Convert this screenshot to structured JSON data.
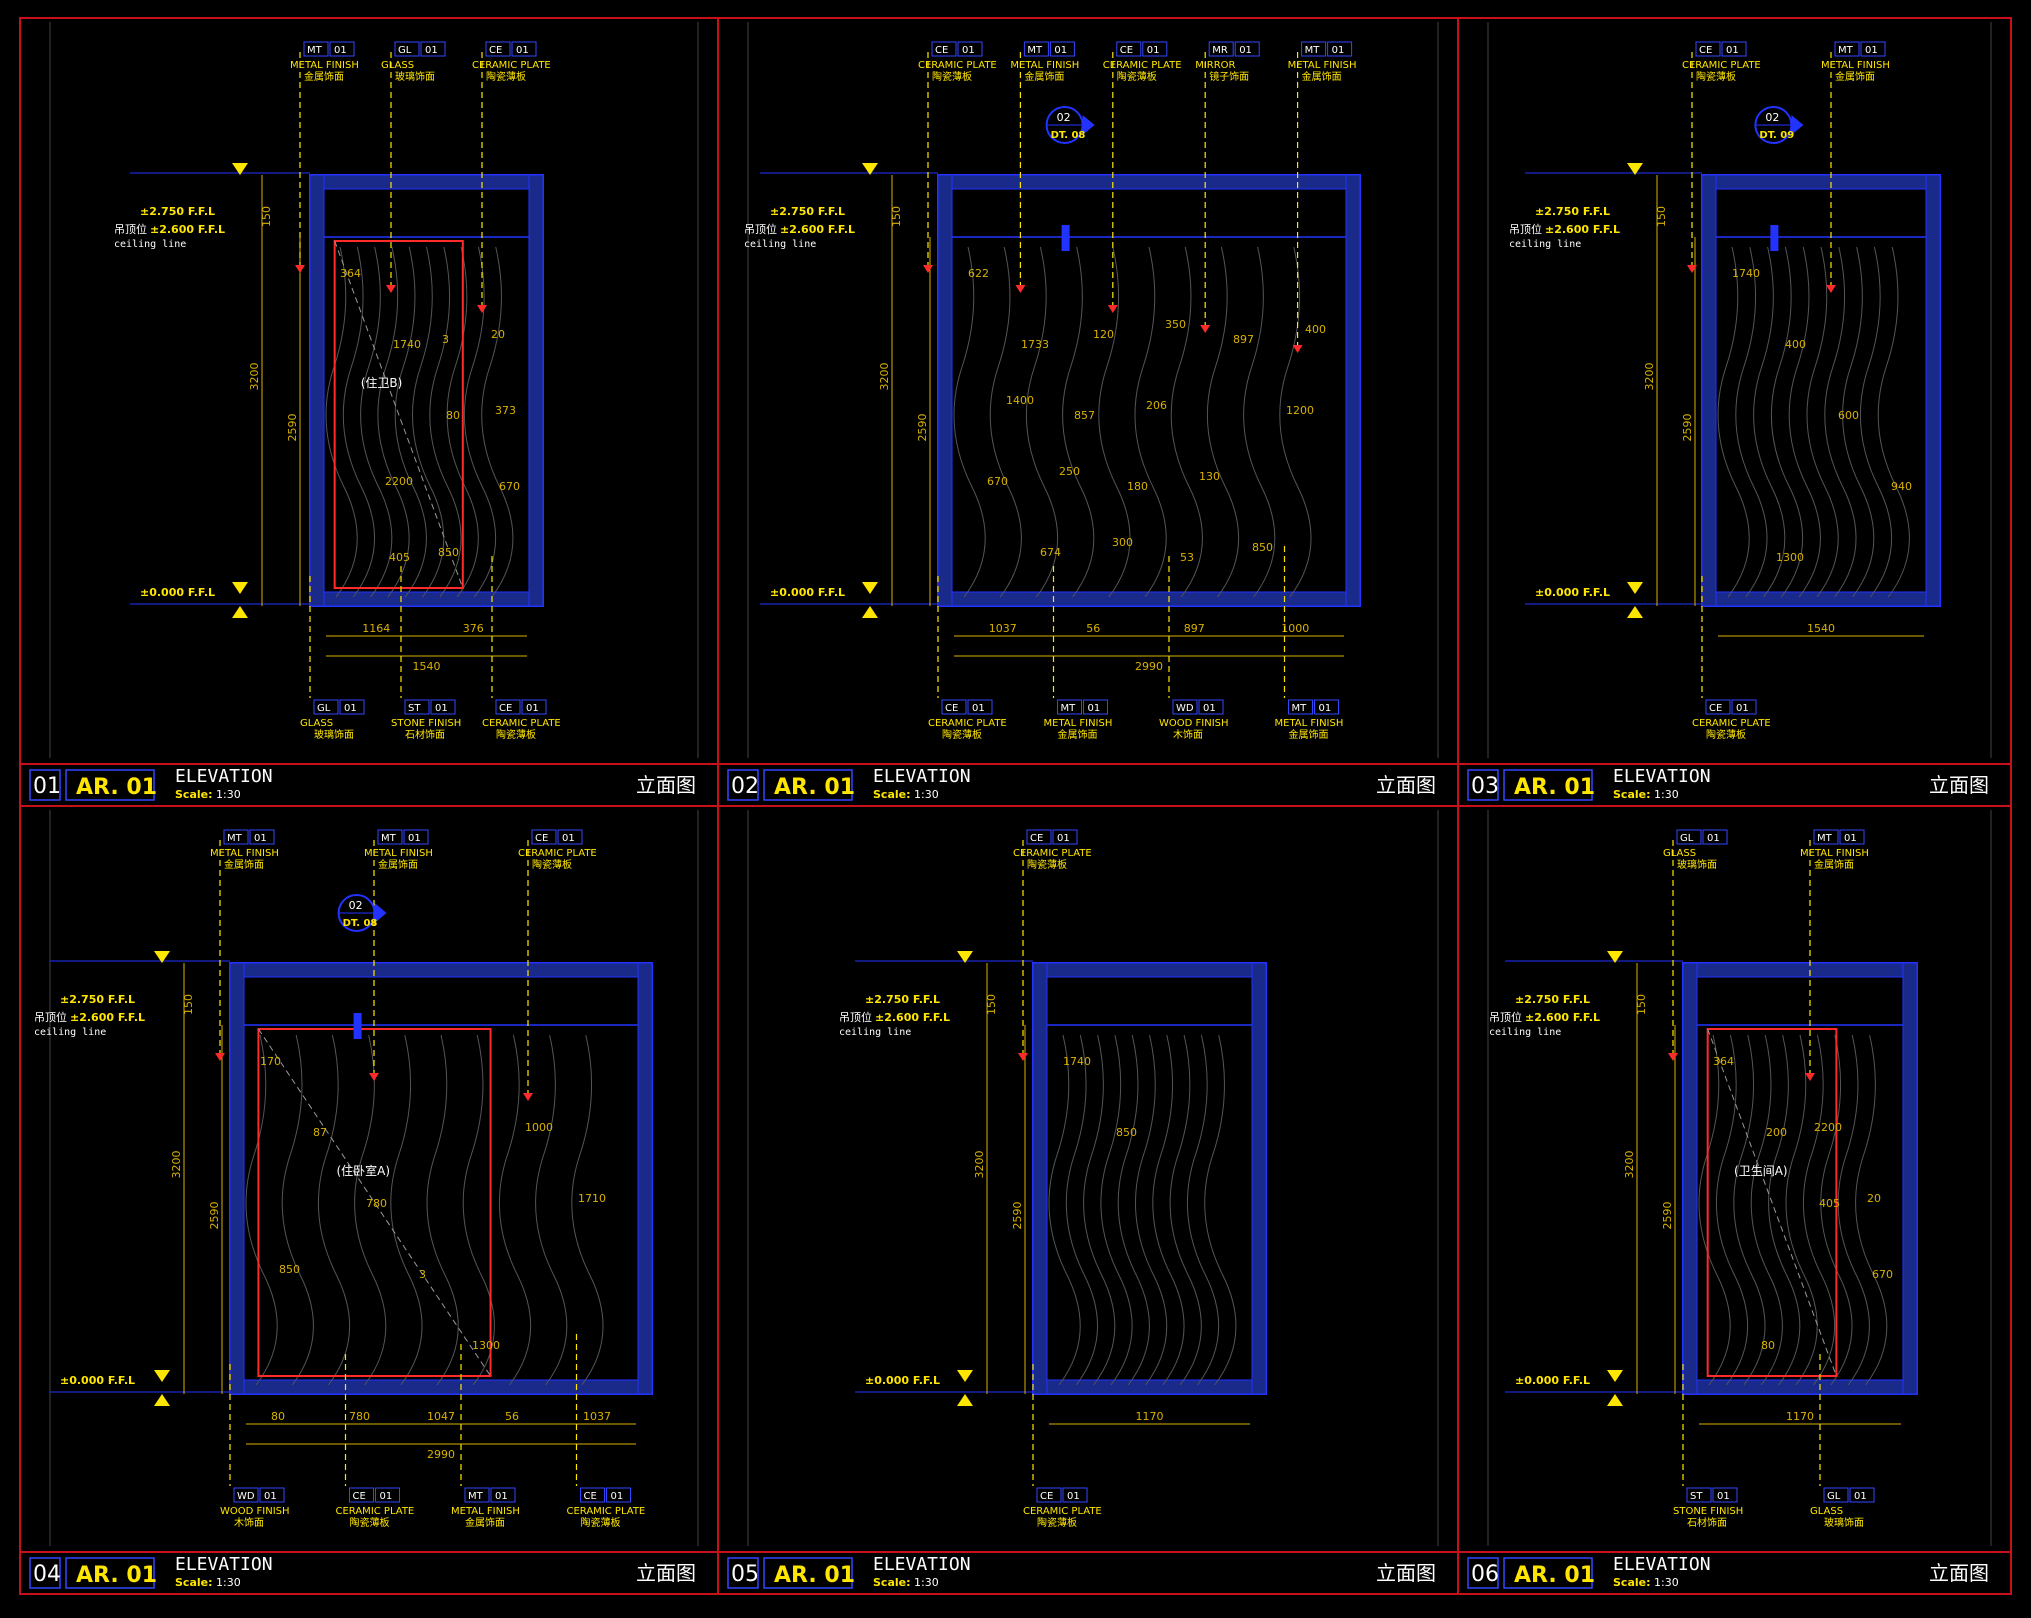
{
  "colors": {
    "background": "#000000",
    "frame": "#c8101a",
    "wall": "#2233ff",
    "wall_fill": "#1a2a8a",
    "dim": "#d8b100",
    "leader": "#ffe600",
    "cyan": "#00ffff",
    "red": "#ff2a2a",
    "tag_border": "#3347ff",
    "text": "#ffffff"
  },
  "panels": [
    {
      "number": "01",
      "sheet": "AR. 01",
      "title": "ELEVATION",
      "scale_label": "Scale:",
      "scale_value": "1:30",
      "view_name": "立面图",
      "level_top": "±2.750 F.F.L",
      "level_ceiling_cn": "吊顶位",
      "level_ceiling": "±2.600 F.F.L",
      "ceiling_line": "ceiling line",
      "level_floor": "±0.000 F.F.L",
      "dims_left": [
        "150",
        "3200",
        "2590"
      ],
      "dims_bottom": [
        "1164",
        "376",
        "1540"
      ],
      "dims_inner": [
        "364",
        "1740",
        "80",
        "670",
        "405",
        "3",
        "373",
        "2200",
        "850",
        "20"
      ],
      "room_label": "(住卫B)",
      "tags_top": [
        {
          "code": "MT",
          "num": "01",
          "en": "METAL FINISH",
          "cn": "金属饰面"
        },
        {
          "code": "GL",
          "num": "01",
          "en": "GLASS",
          "cn": "玻璃饰面"
        },
        {
          "code": "CE",
          "num": "01",
          "en": "CERAMIC PLATE",
          "cn": "陶瓷薄板"
        }
      ],
      "tags_bottom": [
        {
          "code": "GL",
          "num": "01",
          "en": "GLASS",
          "cn": "玻璃饰面"
        },
        {
          "code": "ST",
          "num": "01",
          "en": "STONE FINISH",
          "cn": "石材饰面"
        },
        {
          "code": "CE",
          "num": "01",
          "en": "CERAMIC PLATE",
          "cn": "陶瓷薄板"
        }
      ]
    },
    {
      "number": "02",
      "sheet": "AR. 01",
      "title": "ELEVATION",
      "scale_label": "Scale:",
      "scale_value": "1:30",
      "view_name": "立面图",
      "level_top": "±2.750 F.F.L",
      "level_ceiling_cn": "吊顶位",
      "level_ceiling": "±2.600 F.F.L",
      "ceiling_line": "ceiling line",
      "level_floor": "±0.000 F.F.L",
      "detail_num": "02",
      "detail_ref": "DT. 08",
      "dims_left": [
        "150",
        "3200",
        "2590"
      ],
      "dims_bottom": [
        "1037",
        "56",
        "897",
        "1000",
        "2990"
      ],
      "dims_inner": [
        "622",
        "1733",
        "857",
        "180",
        "53",
        "897",
        "1200",
        "670",
        "674",
        "120",
        "206",
        "130",
        "850",
        "400",
        "1400",
        "250",
        "300",
        "350"
      ],
      "tags_top": [
        {
          "code": "CE",
          "num": "01",
          "en": "CERAMIC PLATE",
          "cn": "陶瓷薄板"
        },
        {
          "code": "MT",
          "num": "01",
          "en": "METAL FINISH",
          "cn": "金属饰面"
        },
        {
          "code": "CE",
          "num": "01",
          "en": "CERAMIC PLATE",
          "cn": "陶瓷薄板"
        },
        {
          "code": "MR",
          "num": "01",
          "en": "MIRROR",
          "cn": "镜子饰面"
        },
        {
          "code": "MT",
          "num": "01",
          "en": "METAL FINISH",
          "cn": "金属饰面"
        }
      ],
      "tags_bottom": [
        {
          "code": "CE",
          "num": "01",
          "en": "CERAMIC PLATE",
          "cn": "陶瓷薄板"
        },
        {
          "code": "MT",
          "num": "01",
          "en": "METAL FINISH",
          "cn": "金属饰面"
        },
        {
          "code": "WD",
          "num": "01",
          "en": "WOOD FINISH",
          "cn": "木饰面"
        },
        {
          "code": "MT",
          "num": "01",
          "en": "METAL FINISH",
          "cn": "金属饰面"
        }
      ]
    },
    {
      "number": "03",
      "sheet": "AR. 01",
      "title": "ELEVATION",
      "scale_label": "Scale:",
      "scale_value": "1:30",
      "view_name": "立面图",
      "level_top": "±2.750 F.F.L",
      "level_ceiling_cn": "吊顶位",
      "level_ceiling": "±2.600 F.F.L",
      "ceiling_line": "ceiling line",
      "level_floor": "±0.000 F.F.L",
      "detail_num": "02",
      "detail_ref": "DT. 09",
      "dims_left": [
        "150",
        "3200",
        "2590"
      ],
      "dims_bottom": [
        "1540"
      ],
      "dims_inner": [
        "1740",
        "400",
        "600",
        "940",
        "1300"
      ],
      "tags_top": [
        {
          "code": "CE",
          "num": "01",
          "en": "CERAMIC PLATE",
          "cn": "陶瓷薄板"
        },
        {
          "code": "MT",
          "num": "01",
          "en": "METAL FINISH",
          "cn": "金属饰面"
        }
      ],
      "tags_bottom": [
        {
          "code": "CE",
          "num": "01",
          "en": "CERAMIC PLATE",
          "cn": "陶瓷薄板"
        }
      ]
    },
    {
      "number": "04",
      "sheet": "AR. 01",
      "title": "ELEVATION",
      "scale_label": "Scale:",
      "scale_value": "1:30",
      "view_name": "立面图",
      "level_top": "±2.750 F.F.L",
      "level_ceiling_cn": "吊顶位",
      "level_ceiling": "±2.600 F.F.L",
      "ceiling_line": "ceiling line",
      "level_floor": "±0.000 F.F.L",
      "detail_num": "02",
      "detail_ref": "DT. 08",
      "dims_left": [
        "150",
        "3200",
        "2590"
      ],
      "dims_bottom": [
        "80",
        "780",
        "1047",
        "56",
        "1037",
        "2990"
      ],
      "dims_inner": [
        "170",
        "87",
        "780",
        "3",
        "1300",
        "1000",
        "1710",
        "850"
      ],
      "room_label": "(住卧室A)",
      "tags_top": [
        {
          "code": "MT",
          "num": "01",
          "en": "METAL FINISH",
          "cn": "金属饰面"
        },
        {
          "code": "MT",
          "num": "01",
          "en": "METAL FINISH",
          "cn": "金属饰面"
        },
        {
          "code": "CE",
          "num": "01",
          "en": "CERAMIC PLATE",
          "cn": "陶瓷薄板"
        }
      ],
      "tags_bottom": [
        {
          "code": "WD",
          "num": "01",
          "en": "WOOD FINISH",
          "cn": "木饰面"
        },
        {
          "code": "CE",
          "num": "01",
          "en": "CERAMIC PLATE",
          "cn": "陶瓷薄板"
        },
        {
          "code": "MT",
          "num": "01",
          "en": "METAL FINISH",
          "cn": "金属饰面"
        },
        {
          "code": "CE",
          "num": "01",
          "en": "CERAMIC PLATE",
          "cn": "陶瓷薄板"
        }
      ]
    },
    {
      "number": "05",
      "sheet": "AR. 01",
      "title": "ELEVATION",
      "scale_label": "Scale:",
      "scale_value": "1:30",
      "view_name": "立面图",
      "level_top": "±2.750 F.F.L",
      "level_ceiling_cn": "吊顶位",
      "level_ceiling": "±2.600 F.F.L",
      "ceiling_line": "ceiling line",
      "level_floor": "±0.000 F.F.L",
      "dims_left": [
        "150",
        "3200",
        "2590"
      ],
      "dims_bottom": [
        "1170"
      ],
      "dims_inner": [
        "1740",
        "850"
      ],
      "tags_top": [
        {
          "code": "CE",
          "num": "01",
          "en": "CERAMIC PLATE",
          "cn": "陶瓷薄板"
        }
      ],
      "tags_bottom": [
        {
          "code": "CE",
          "num": "01",
          "en": "CERAMIC PLATE",
          "cn": "陶瓷薄板"
        }
      ]
    },
    {
      "number": "06",
      "sheet": "AR. 01",
      "title": "ELEVATION",
      "scale_label": "Scale:",
      "scale_value": "1:30",
      "view_name": "立面图",
      "level_top": "±2.750 F.F.L",
      "level_ceiling_cn": "吊顶位",
      "level_ceiling": "±2.600 F.F.L",
      "ceiling_line": "ceiling line",
      "level_floor": "±0.000 F.F.L",
      "dims_left": [
        "150",
        "3200",
        "2590"
      ],
      "dims_bottom": [
        "1170"
      ],
      "dims_inner": [
        "364",
        "200",
        "405",
        "670",
        "80",
        "2200",
        "20"
      ],
      "room_label": "(卫生间A)",
      "tags_top": [
        {
          "code": "GL",
          "num": "01",
          "en": "GLASS",
          "cn": "玻璃饰面"
        },
        {
          "code": "MT",
          "num": "01",
          "en": "METAL FINISH",
          "cn": "金属饰面"
        }
      ],
      "tags_bottom": [
        {
          "code": "ST",
          "num": "01",
          "en": "STONE FINISH",
          "cn": "石材饰面"
        },
        {
          "code": "GL",
          "num": "01",
          "en": "GLASS",
          "cn": "玻璃饰面"
        }
      ]
    }
  ]
}
